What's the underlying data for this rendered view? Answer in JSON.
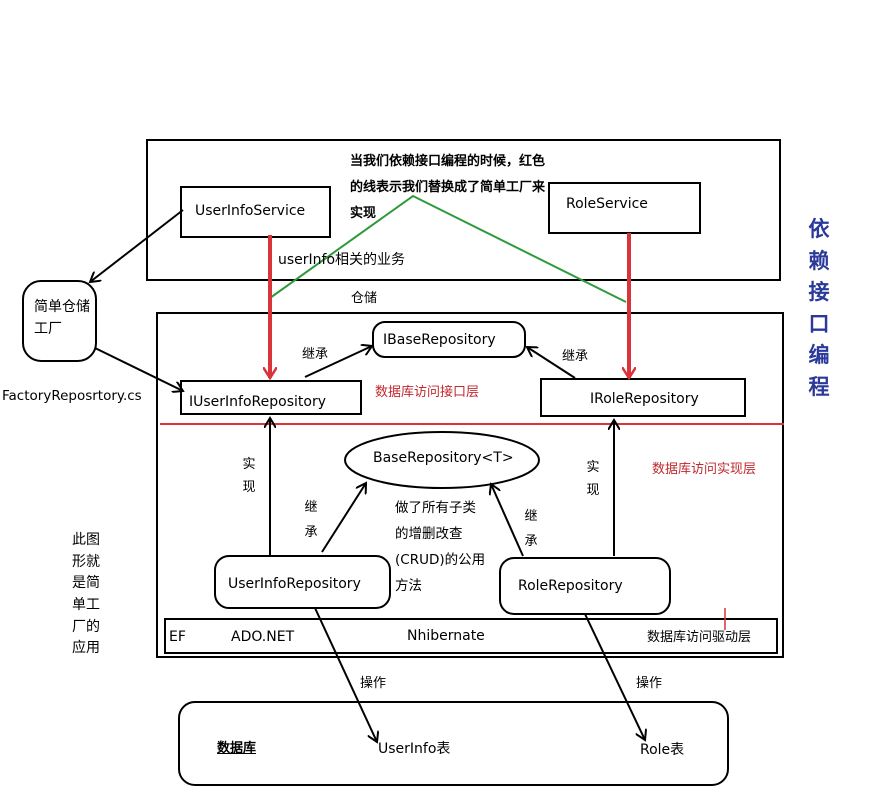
{
  "note_top": "当我们依赖接口编程的时候，红色的线表示我们替换成了简单工厂来实现",
  "note_top_lines": [
    "当我们依赖接口编程的时候，红色",
    "的线表示我们替换成了简单工厂来",
    "实现"
  ],
  "service": {
    "userinfo_service": "UserInfoService",
    "role_service": "RoleService",
    "userinfo_business": "userInfo相关的业务"
  },
  "factory": {
    "name": "简单仓储工厂",
    "file": "FactoryReposrtory.cs"
  },
  "repository": {
    "label": "仓储",
    "ibase": "IBaseRepository",
    "iuserinfo": "IUserInfoRepository",
    "irole": "IRoleRepository",
    "interface_layer": "数据库访问接口层",
    "base_generic": "BaseRepository<T>",
    "impl_layer": "数据库访问实现层",
    "userinfo_repo": "UserInfoRepository",
    "role_repo": "RoleRepository",
    "base_note": "做了所有子类的增删改查(CRUD)的公用方法",
    "inherit": "继承",
    "implement": "实现"
  },
  "driver": {
    "ef": "EF",
    "ado": "ADO.NET",
    "nhibernate": "Nhibernate",
    "layer": "数据库访问驱动层"
  },
  "database": {
    "title": "数据库",
    "userinfo_table": "UserInfo表",
    "role_table": "Role表",
    "operate": "操作"
  },
  "side": {
    "depend_interface": "依赖接口编程",
    "simple_factory_note": "此图形就是简单工厂的应用"
  },
  "colors": {
    "red": "#d8343a",
    "green": "#2e9a3a",
    "blue": "#2b3a9a",
    "black": "#000000"
  }
}
